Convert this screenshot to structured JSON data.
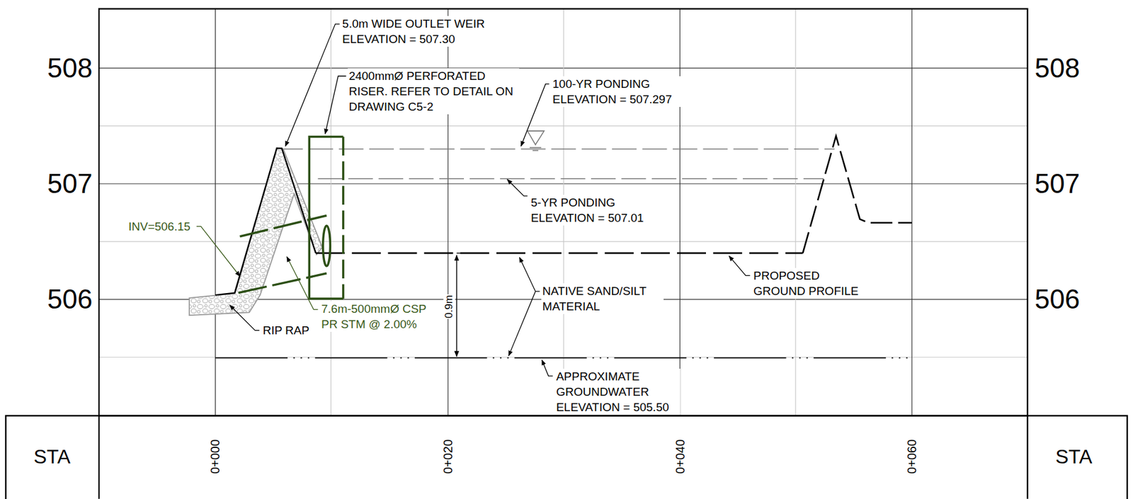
{
  "diagram": {
    "labels": [
      "508",
      "507",
      "506",
      "508",
      "507",
      "506",
      "STA",
      "STA",
      "0+000",
      "0+020",
      "0+040",
      "0+060",
      "5.0m WIDE OUTLET WEIR ELEVATION = 507.30",
      "2400mmØ PERFORATED RISER. REFER TO DETAIL ON DRAWING C5-2",
      "100-YR PONDING ELEVATION = 507.297",
      "INV=506.15",
      "5-YR PONDING ELEVATION = 507.01",
      "0.9m",
      "NATIVE SAND/SILT MATERIAL",
      "PROPOSED GROUND PROFILE",
      "7.6m-500mmØ CSP PR STM @ 2.00%",
      "RIP RAP",
      "APPROXIMATE GROUNDWATER ELEVATION = 505.50"
    ]
  }
}
